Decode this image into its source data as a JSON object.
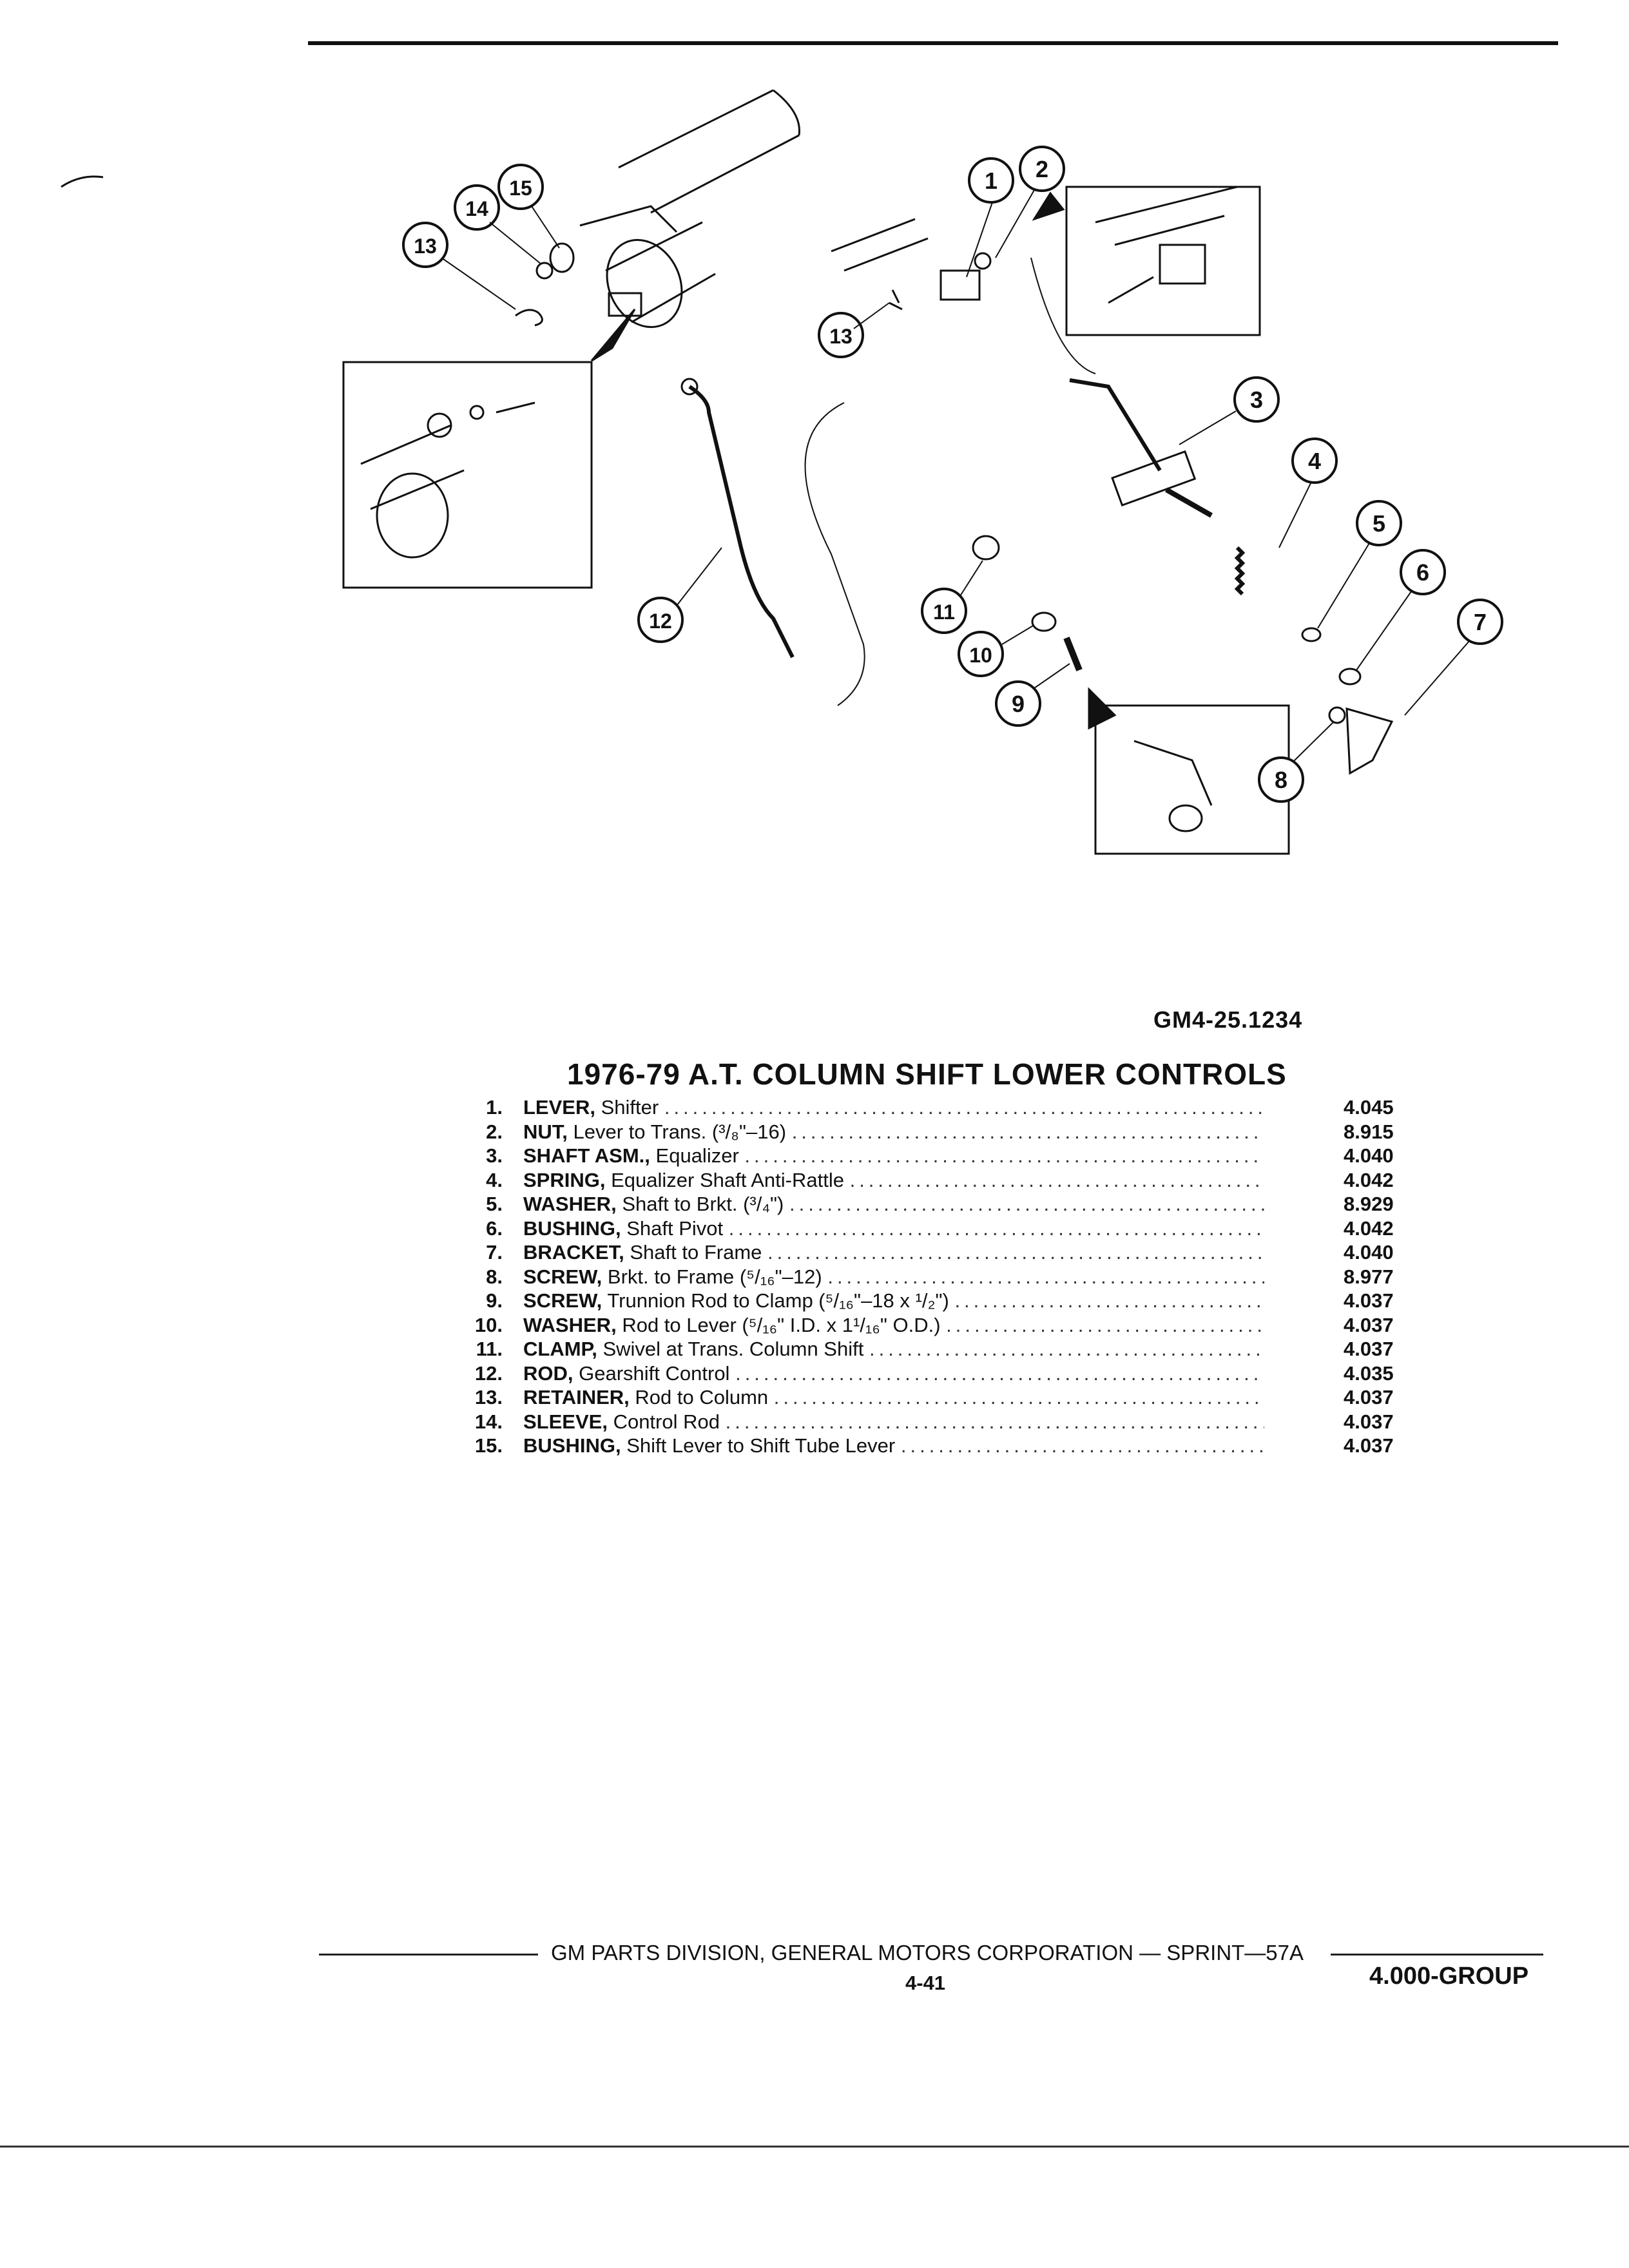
{
  "figure_code": "GM4-25.1234",
  "callouts": [
    "1",
    "2",
    "3",
    "4",
    "5",
    "6",
    "7",
    "8",
    "9",
    "10",
    "11",
    "12",
    "13",
    "13",
    "14",
    "15"
  ],
  "title": "1976-79 A.T. COLUMN SHIFT LOWER CONTROLS",
  "parts": [
    {
      "num": "1.",
      "name": "LEVER,",
      "detail": "Shifter",
      "code": "4.045"
    },
    {
      "num": "2.",
      "name": "NUT,",
      "detail": "Lever to Trans. (³/₈\"–16)",
      "code": "8.915"
    },
    {
      "num": "3.",
      "name": "SHAFT ASM.,",
      "detail": "Equalizer",
      "code": "4.040"
    },
    {
      "num": "4.",
      "name": "SPRING,",
      "detail": "Equalizer Shaft Anti-Rattle",
      "code": "4.042"
    },
    {
      "num": "5.",
      "name": "WASHER,",
      "detail": "Shaft to Brkt. (³/₄\")",
      "code": "8.929"
    },
    {
      "num": "6.",
      "name": "BUSHING,",
      "detail": "Shaft Pivot",
      "code": "4.042"
    },
    {
      "num": "7.",
      "name": "BRACKET,",
      "detail": "Shaft to Frame",
      "code": "4.040"
    },
    {
      "num": "8.",
      "name": "SCREW,",
      "detail": "Brkt. to Frame (⁵/₁₆\"–12)",
      "code": "8.977"
    },
    {
      "num": "9.",
      "name": "SCREW,",
      "detail": "Trunnion Rod to Clamp (⁵/₁₆\"–18 x ¹/₂\")",
      "code": "4.037"
    },
    {
      "num": "10.",
      "name": "WASHER,",
      "detail": "Rod to Lever (⁵/₁₆\" I.D. x 1¹/₁₆\" O.D.)",
      "code": "4.037"
    },
    {
      "num": "11.",
      "name": "CLAMP,",
      "detail": "Swivel at Trans. Column Shift",
      "code": "4.037"
    },
    {
      "num": "12.",
      "name": "ROD,",
      "detail": "Gearshift Control",
      "code": "4.035"
    },
    {
      "num": "13.",
      "name": "RETAINER,",
      "detail": "Rod to Column",
      "code": "4.037"
    },
    {
      "num": "14.",
      "name": "SLEEVE,",
      "detail": "Control Rod",
      "code": "4.037"
    },
    {
      "num": "15.",
      "name": "BUSHING,",
      "detail": "Shift Lever to Shift Tube Lever",
      "code": "4.037"
    }
  ],
  "footer": {
    "text": "GM PARTS DIVISION, GENERAL MOTORS CORPORATION — SPRINT—57A",
    "page": "4-41",
    "group": "4.000-GROUP"
  }
}
